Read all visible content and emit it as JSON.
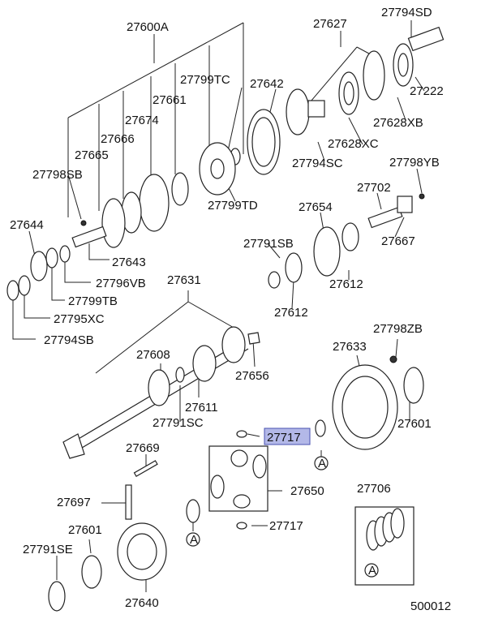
{
  "diagram": {
    "highlighted_part": "27717",
    "labels": {
      "p27600A": "27600A",
      "p27627": "27627",
      "p27794SD": "27794SD",
      "p27799TC": "27799TC",
      "p27642": "27642",
      "p27222": "27222",
      "p27661": "27661",
      "p27674": "27674",
      "p27628XB": "27628XB",
      "p27666": "27666",
      "p27628XC": "27628XC",
      "p27665": "27665",
      "p27794SC": "27794SC",
      "p27798YB": "27798YB",
      "p27798SB": "27798SB",
      "p27799TD": "27799TD",
      "p27702": "27702",
      "p27654": "27654",
      "p27644": "27644",
      "p27667": "27667",
      "p27791SB": "27791SB",
      "p27643": "27643",
      "p27796VB": "27796VB",
      "p27612a": "27612",
      "p27631": "27631",
      "p27799TB": "27799TB",
      "p27612b": "27612",
      "p27795XC": "27795XC",
      "p27794SB": "27794SB",
      "p27798ZB": "27798ZB",
      "p27608": "27608",
      "p27633": "27633",
      "p27656": "27656",
      "p27611": "27611",
      "p27791SC": "27791SC",
      "p27601a": "27601",
      "p27717a": "27717",
      "p27669": "27669",
      "p27650": "27650",
      "p27706": "27706",
      "p27697": "27697",
      "p27601b": "27601",
      "p27717b": "27717",
      "p27791SE": "27791SE",
      "p27640": "27640",
      "refA1": "A",
      "refA2": "A",
      "refA3": "A",
      "diagram_code": "500012"
    }
  }
}
